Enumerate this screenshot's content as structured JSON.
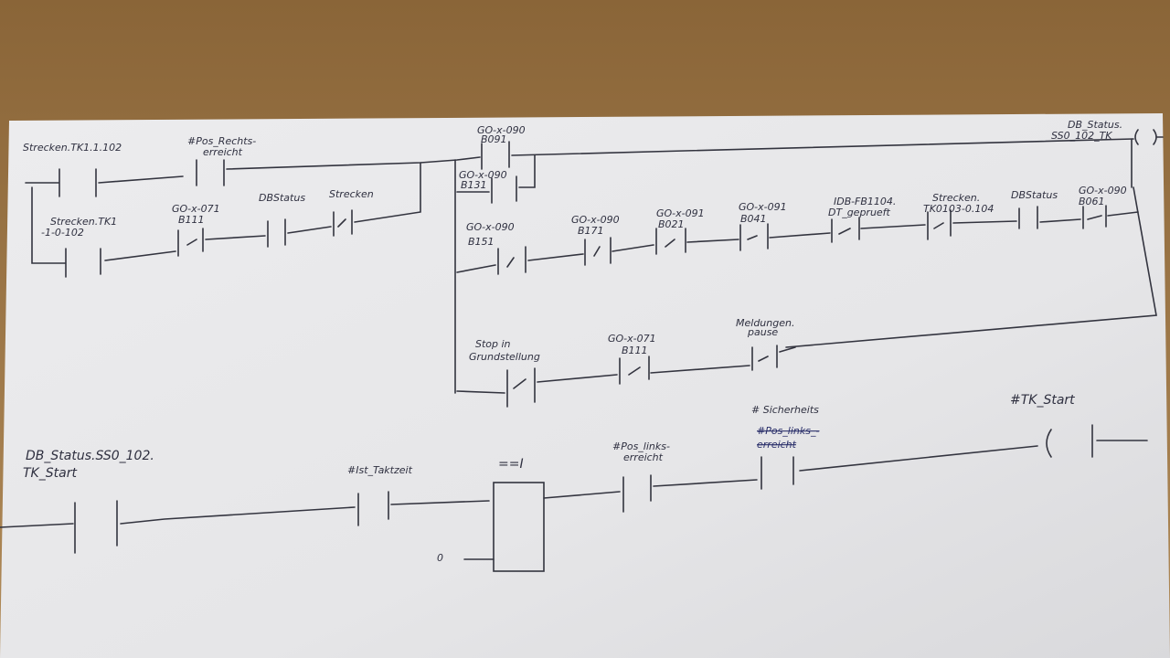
{
  "rung1": {
    "contact_strecken_tk1": "Strecken.TK1.1.102",
    "pos_rechts_1": "#Pos_Rechts-",
    "pos_rechts_2": "erreicht",
    "b091_1": "GO-x-090",
    "b091_2": "B091",
    "coil_1": "DB_Status.",
    "coil_2": "SS0_102_TK",
    "branch_tk1_1": "Strecken.TK1",
    "branch_tk1_2": "-1-0-102",
    "b111_1": "GO-x-071",
    "b111_2": "B111",
    "dbstatus": "DBStatus",
    "strecken": "Strecken",
    "b131_1": "GO-x-090",
    "b131_2": "B131",
    "b151_1": "GO-x-090",
    "b151_2": "B151",
    "b171_1": "GO-x-090",
    "b171_2": "B171",
    "b021_1": "GO-x-091",
    "b021_2": "B021",
    "b041_1": "GO-x-091",
    "b041_2": "B041",
    "fb_1": "IDB-FB1104.",
    "fb_2": "DT_geprueft",
    "tk0103_1": "Strecken.",
    "tk0103_2": "TK0103-0.104",
    "dbstatus2": "DBStatus",
    "b061_1": "GO-x-090",
    "b061_2": "B061",
    "stop_1": "Stop in",
    "stop_2": "Grundstellung",
    "b111b_1": "GO-x-071",
    "b111b_2": "B111",
    "meld_1": "Meldungen.",
    "meld_2": "pause"
  },
  "rung2": {
    "start_1": "DB_Status.SS0_102.",
    "start_2": "TK_Start",
    "taktzeit": "#Ist_Taktzeit",
    "compare": "==I",
    "compare_in2": "0",
    "pos_links_1": "#Pos_links-",
    "pos_links_2": "erreicht",
    "sicher": "# Sicherheits",
    "struck_1": "#Pos_links_-",
    "struck_2": "erreicht",
    "coil": "#TK_Start"
  }
}
